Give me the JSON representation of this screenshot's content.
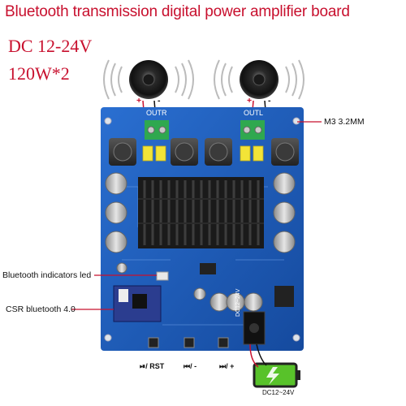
{
  "title": "Bluetooth transmission digital power amplifier board",
  "specs": {
    "voltage": "DC 12-24V",
    "power": "120W*2"
  },
  "callouts": {
    "mount_hole": "M3  3.2MM",
    "indicator_led": "Bluetooth indicators led",
    "bt_module": "CSR bluetooth 4.0"
  },
  "terminals": {
    "left": "OUTR",
    "right": "OUTL",
    "plus": "+",
    "minus": "-"
  },
  "buttons": {
    "play": "⏯/ RST",
    "prev": "⏮/ -",
    "next": "⏭/ +"
  },
  "power_label": "DC12~24V",
  "dc_jack_label": "DC12~24V",
  "colors": {
    "title": "#c8102e",
    "pcb": "#1d56b8",
    "heatsink": "#1a1a1a",
    "terminal": "#2fa84f",
    "battery": "#58c22a"
  }
}
